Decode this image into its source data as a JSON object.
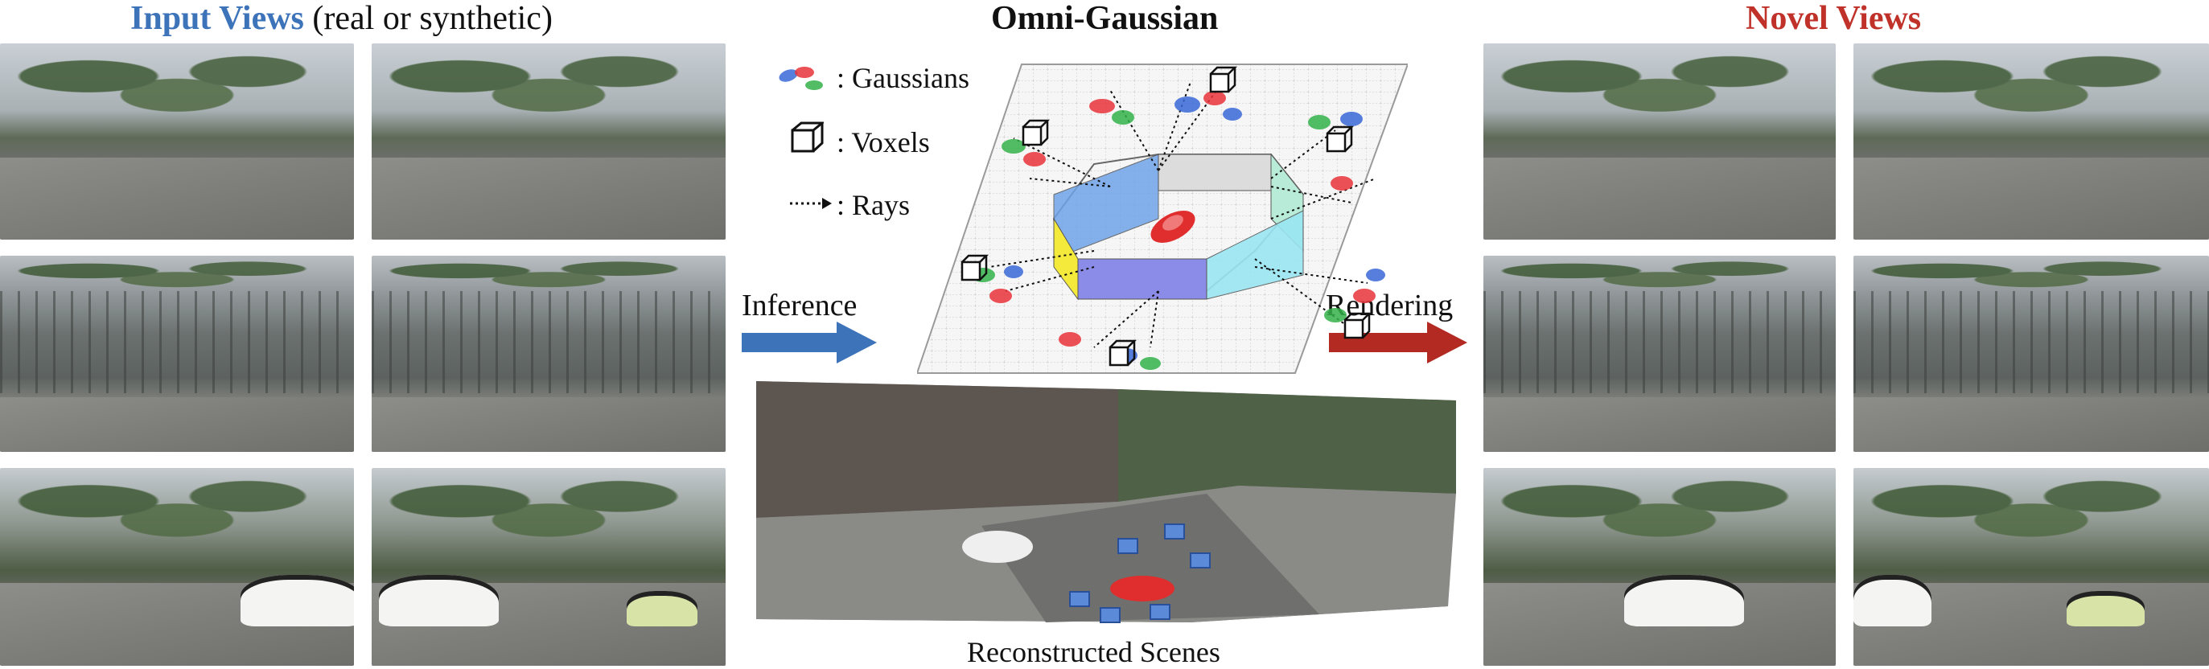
{
  "headings": {
    "input_bold": "Input Views",
    "input_rest": " (real or synthetic)",
    "center": "Omni-Gaussian",
    "novel": "Novel Views"
  },
  "legend": {
    "gaussians": ": Gaussians",
    "voxels": ": Voxels",
    "rays": ": Rays"
  },
  "arrows": {
    "inference": "Inference",
    "rendering": "Rendering"
  },
  "caption": "Reconstructed Scenes",
  "colors": {
    "input_heading": "#3c73b9",
    "novel_heading": "#c0312a",
    "inference_arrow": "#3c73b9",
    "rendering_arrow": "#b32a22",
    "gaussian_red": "#e8343a",
    "gaussian_blue": "#3a68d8",
    "gaussian_green": "#34b24a",
    "grid_plane": "#f4f4f4"
  },
  "icons": [
    "gaussian-ellipse-icon",
    "voxel-cube-icon",
    "ray-arrow-icon",
    "car-icon"
  ]
}
